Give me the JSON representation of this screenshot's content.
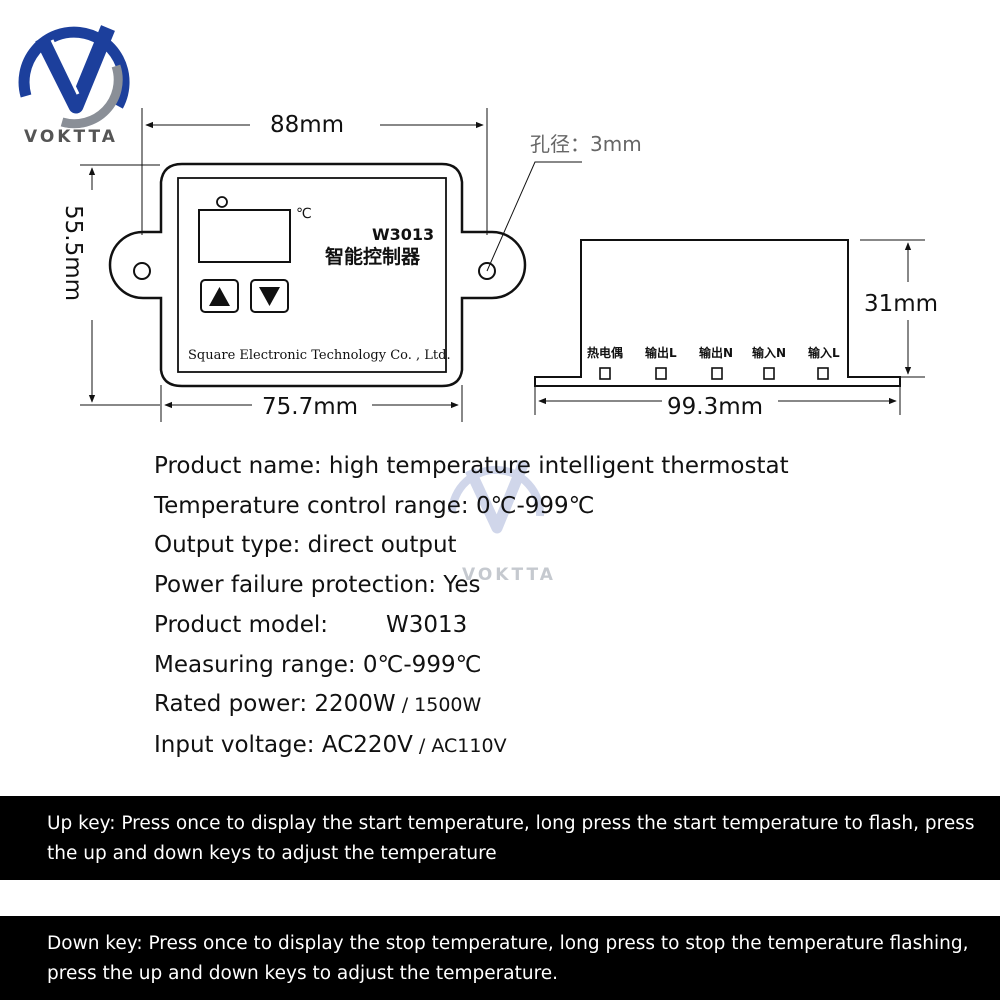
{
  "brand": {
    "logo_text": "VOKTTA",
    "watermark_text": "VOKTTA",
    "colors": {
      "blue": "#1c3f9c",
      "grey": "#8a8f97",
      "light_grey": "#c9cdd3"
    }
  },
  "diagram": {
    "front_panel": {
      "width_label": "88mm",
      "height_label": "55.5mm",
      "inner_width_label": "75.7mm",
      "hole_label": "孔径：3mm",
      "degree_symbol": "℃",
      "model": "W3013",
      "name": "智能控制器",
      "company": "Square Electronic Technology Co. , Ltd.",
      "up_icon": "triangle-up-icon",
      "down_icon": "triangle-down-icon"
    },
    "side_view": {
      "height_label": "31mm",
      "width_label": "99.3mm",
      "terminals": [
        "热电偶",
        "输出L",
        "输出N",
        "输入N",
        "输入L"
      ]
    }
  },
  "specs": {
    "product_name": "Product name: high temperature intelligent thermostat",
    "temp_range": "Temperature control range: 0℃-999℃",
    "output_type": "Output type: direct output",
    "power_failure": "Power failure protection: Yes",
    "model_label": "Product model:",
    "model_value": "W3013",
    "measuring_range": "Measuring range: 0℃-999℃",
    "rated_power_label": "Rated power: 2200W",
    "rated_power_alt": " / 1500W",
    "input_voltage_label": "Input voltage: AC220V",
    "input_voltage_alt": " / AC110V"
  },
  "keys": {
    "up_key": "Up key: Press once to display the start temperature, long press the start temperature to flash, press the up and down keys to adjust the temperature",
    "down_key": "Down key: Press once to display the stop temperature, long press to stop the temperature flashing, press the up and down keys to adjust the temperature."
  }
}
